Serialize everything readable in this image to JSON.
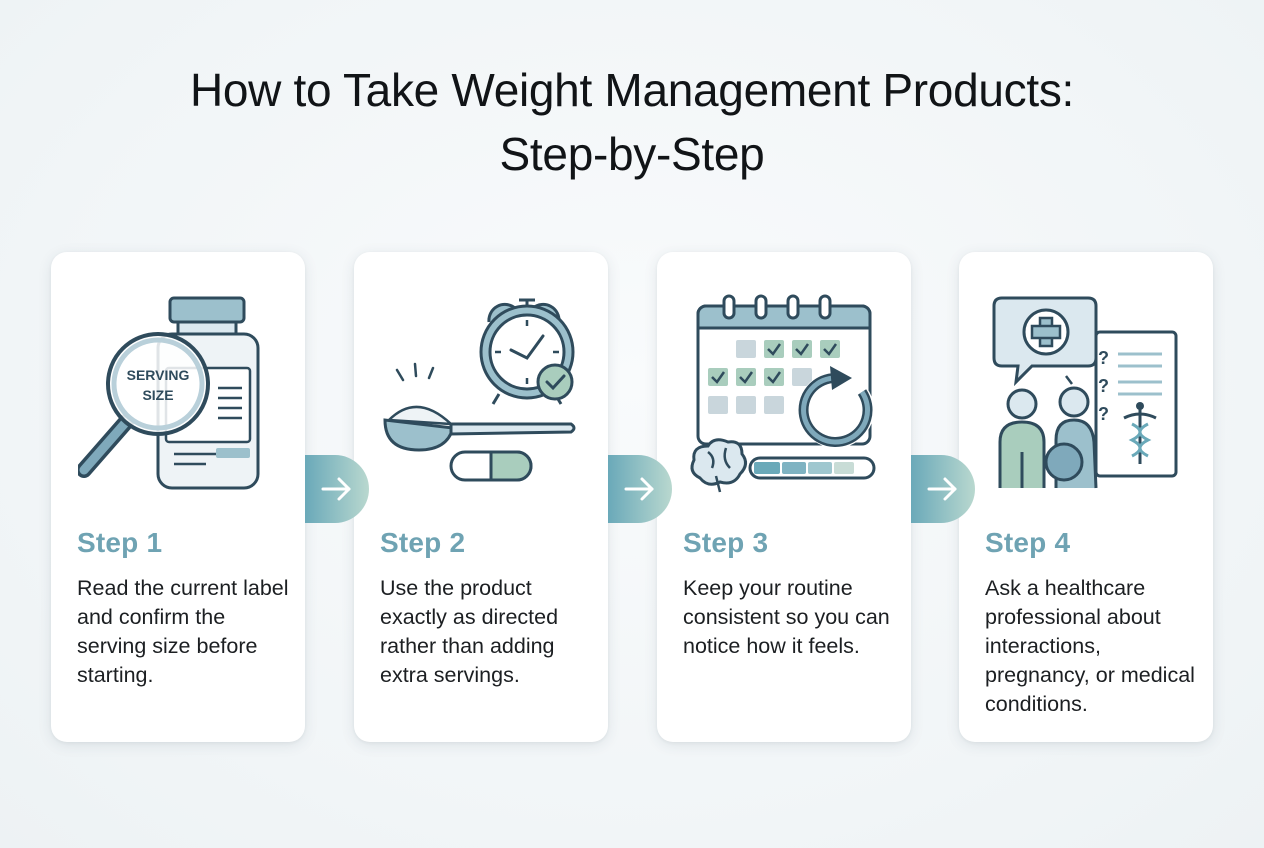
{
  "title": {
    "line1": "How to Take Weight Management Products:",
    "line2": "Step-by-Step"
  },
  "steps": [
    {
      "label": "Step 1",
      "description": "Read the current label and confirm the serving size before starting.",
      "icon": "bottle-magnifier-icon",
      "icon_text_1": "SERVING",
      "icon_text_2": "SIZE"
    },
    {
      "label": "Step 2",
      "description": "Use the product exactly as directed rather than adding extra servings.",
      "icon": "alarm-clock-scoop-pill-icon"
    },
    {
      "label": "Step 3",
      "description": "Keep your routine consistent so you can notice how it feels.",
      "icon": "calendar-progress-icon"
    },
    {
      "label": "Step 4",
      "description": "Ask a healthcare professional about interactions, pregnancy, or medical conditions.",
      "icon": "healthcare-consultation-icon",
      "icon_text_q": "?"
    }
  ],
  "colors": {
    "accent": "#6fa3b3",
    "icon_stroke": "#2f4b5c",
    "icon_fill_light": "#dbe8ef",
    "icon_fill_mid": "#9cc0cc",
    "icon_fill_green": "#a9cdbd",
    "connector_start": "#6aa9b9",
    "connector_end": "#b9d8cf"
  }
}
